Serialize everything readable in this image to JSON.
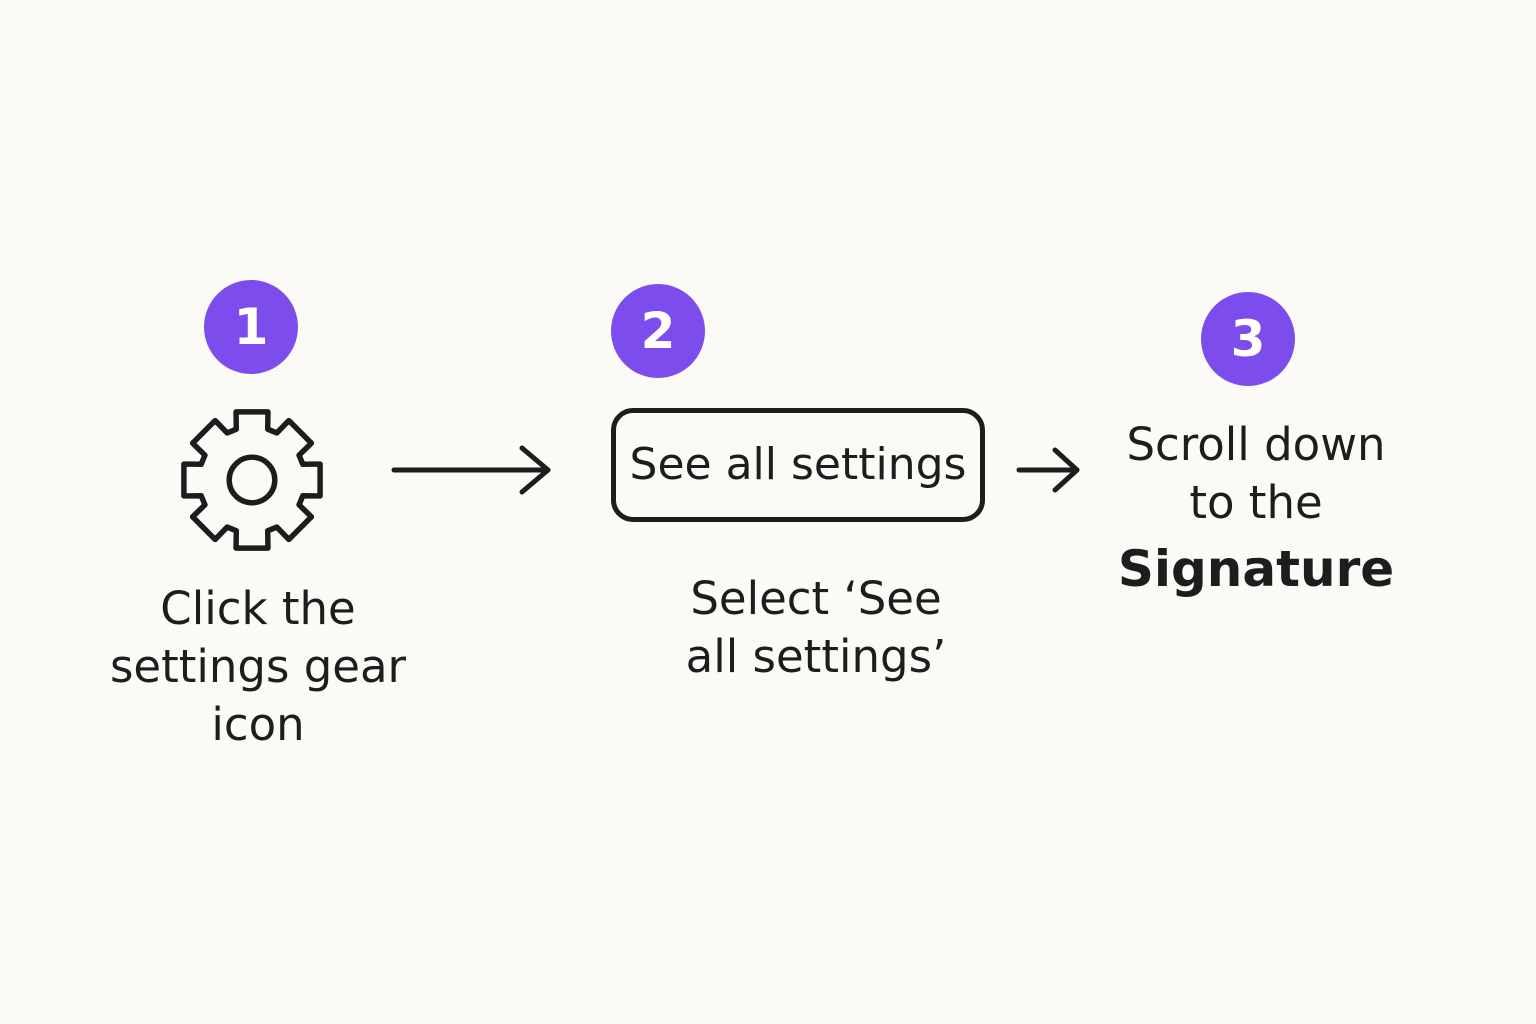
{
  "steps": [
    {
      "number": "1",
      "caption_lines": [
        "Click the",
        "settings gear",
        "icon"
      ]
    },
    {
      "number": "2",
      "button_label": "See all settings",
      "caption_lines": [
        "Select ‘See",
        "all settings’"
      ]
    },
    {
      "number": "3",
      "caption_lines": [
        "Scroll down",
        "to the"
      ],
      "caption_bold": "Signature"
    }
  ],
  "icons": {
    "step1": "gear-icon",
    "connector": "arrow-right-icon"
  },
  "colors": {
    "accent": "#7c4dec",
    "text": "#1d1d1d",
    "background": "#fbfaf6"
  }
}
